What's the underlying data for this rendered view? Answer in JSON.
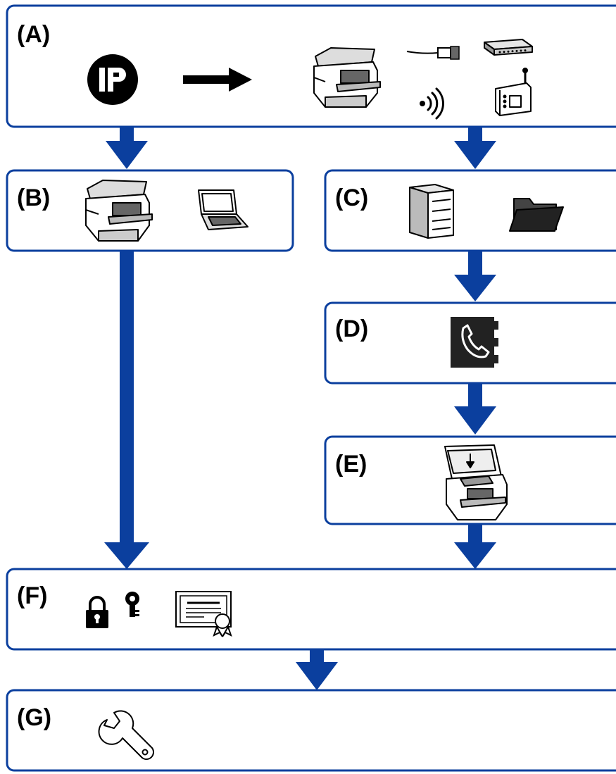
{
  "colors": {
    "accent": "#0b3f9e",
    "ink": "#000000",
    "background": "#ffffff"
  },
  "steps": [
    {
      "id": "A",
      "label": "(A)",
      "icons": [
        "ip-address-icon",
        "right-arrow-icon",
        "printer-icon",
        "ethernet-cable-icon",
        "network-hub-icon",
        "wireless-signal-icon",
        "wireless-router-icon"
      ]
    },
    {
      "id": "B",
      "label": "(B)",
      "icons": [
        "printer-icon",
        "laptop-icon"
      ]
    },
    {
      "id": "C",
      "label": "(C)",
      "icons": [
        "server-tower-icon",
        "folder-icon"
      ]
    },
    {
      "id": "D",
      "label": "(D)",
      "icons": [
        "phone-book-icon"
      ]
    },
    {
      "id": "E",
      "label": "(E)",
      "icons": [
        "scanner-printer-icon"
      ]
    },
    {
      "id": "F",
      "label": "(F)",
      "icons": [
        "padlock-icon",
        "key-icon",
        "certificate-icon"
      ]
    },
    {
      "id": "G",
      "label": "(G)",
      "icons": [
        "wrench-icon"
      ]
    }
  ],
  "flows": [
    {
      "from": "A",
      "to": "B"
    },
    {
      "from": "A",
      "to": "C"
    },
    {
      "from": "B",
      "to": "F"
    },
    {
      "from": "C",
      "to": "D"
    },
    {
      "from": "D",
      "to": "E"
    },
    {
      "from": "E",
      "to": "F"
    },
    {
      "from": "F",
      "to": "G"
    }
  ]
}
